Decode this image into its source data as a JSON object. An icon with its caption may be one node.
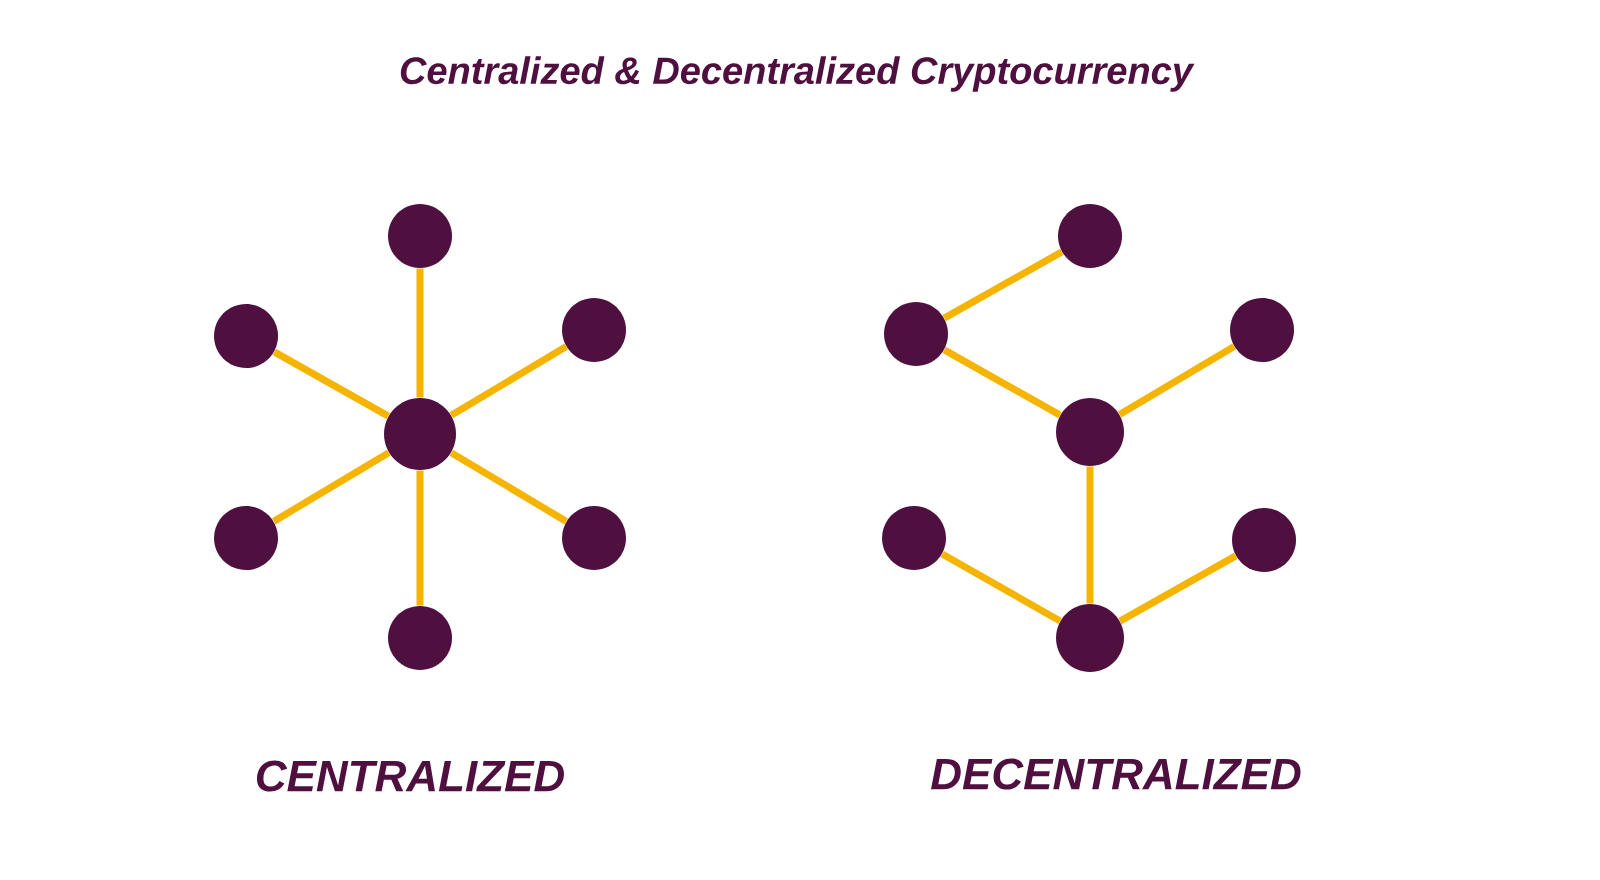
{
  "diagram": {
    "title": "Centralized & Decentralized Cryptocurrency",
    "nodes": [
      {
        "text": [],
        "shape": "circle"
      },
      {
        "text": [],
        "shape": "circle"
      },
      {
        "text": [],
        "shape": "circle"
      },
      {
        "text": [],
        "shape": "circle"
      },
      {
        "text": [],
        "shape": "circle"
      },
      {
        "text": [],
        "shape": "circle"
      },
      {
        "text": [],
        "shape": "circle"
      },
      {
        "text": [],
        "shape": "circle"
      },
      {
        "text": [],
        "shape": "circle"
      },
      {
        "text": [],
        "shape": "circle"
      },
      {
        "text": [],
        "shape": "circle"
      },
      {
        "text": [],
        "shape": "circle"
      },
      {
        "text": [],
        "shape": "circle"
      },
      {
        "text": [],
        "shape": "circle"
      }
    ],
    "edges": [
      {
        "from": 3,
        "to": 0,
        "arrow": "none"
      },
      {
        "from": 3,
        "to": 1,
        "arrow": "none"
      },
      {
        "from": 3,
        "to": 2,
        "arrow": "none"
      },
      {
        "from": 3,
        "to": 4,
        "arrow": "none"
      },
      {
        "from": 3,
        "to": 5,
        "arrow": "none"
      },
      {
        "from": 3,
        "to": 6,
        "arrow": "none"
      },
      {
        "from": 8,
        "to": 7,
        "arrow": "none"
      },
      {
        "from": 8,
        "to": 10,
        "arrow": "none"
      },
      {
        "from": 10,
        "to": 9,
        "arrow": "none"
      },
      {
        "from": 10,
        "to": 13,
        "arrow": "none"
      },
      {
        "from": 11,
        "to": 13,
        "arrow": "none"
      },
      {
        "from": 13,
        "to": 12,
        "arrow": "none"
      }
    ],
    "labels": [
      "CENTRALIZED",
      "DECENTRALIZED"
    ]
  }
}
